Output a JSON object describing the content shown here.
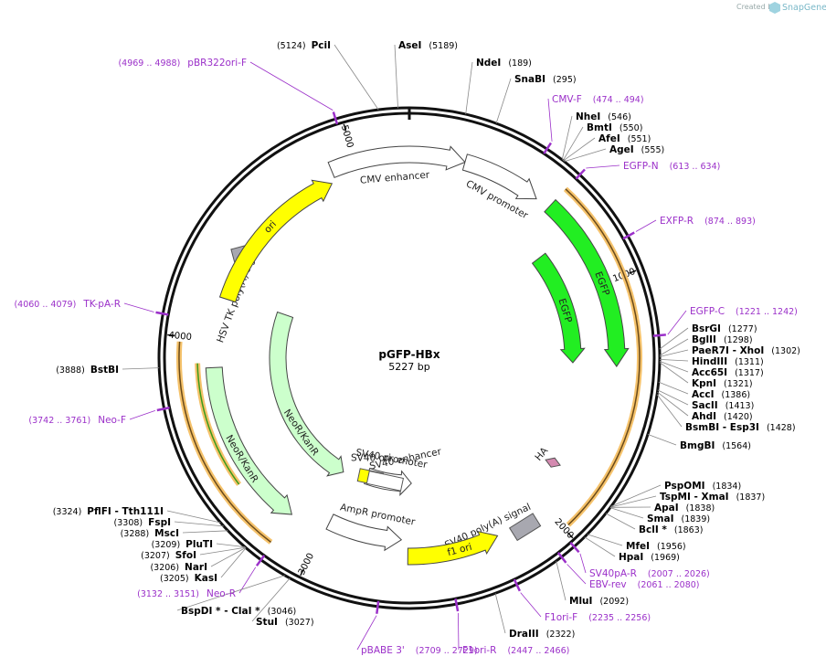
{
  "brand": {
    "created_by": "Created by",
    "app": "SnapGene"
  },
  "plasmid": {
    "name": "pGFP-HBx",
    "size": "5227 bp",
    "length": 5227
  },
  "ticks": [
    1000,
    2000,
    3000,
    4000,
    5000
  ],
  "sites": [
    {
      "name": "PciI",
      "pos": "(5124)",
      "at": 5124,
      "color": "#000"
    },
    {
      "name": "AseI",
      "pos": "(5189)",
      "at": 5189,
      "color": "#000"
    },
    {
      "name": "NdeI",
      "pos": "(189)",
      "at": 189,
      "color": "#000"
    },
    {
      "name": "SnaBI",
      "pos": "(295)",
      "at": 295,
      "color": "#000"
    },
    {
      "name": "NheI",
      "pos": "(546)",
      "at": 546,
      "color": "#000"
    },
    {
      "name": "BmtI",
      "pos": "(550)",
      "at": 550,
      "color": "#000"
    },
    {
      "name": "AfeI",
      "pos": "(551)",
      "at": 551,
      "color": "#000"
    },
    {
      "name": "AgeI",
      "pos": "(555)",
      "at": 555,
      "color": "#000"
    },
    {
      "name": "BsrGI",
      "pos": "(1277)",
      "at": 1277,
      "color": "#000"
    },
    {
      "name": "BglII",
      "pos": "(1298)",
      "at": 1298,
      "color": "#000"
    },
    {
      "name": "PaeR7I  - XhoI",
      "pos": "(1302)",
      "at": 1302,
      "color": "#000"
    },
    {
      "name": "HindIII",
      "pos": "(1311)",
      "at": 1311,
      "color": "#000"
    },
    {
      "name": "Acc65I",
      "pos": "(1317)",
      "at": 1317,
      "color": "#000"
    },
    {
      "name": "KpnI",
      "pos": "(1321)",
      "at": 1321,
      "color": "#000"
    },
    {
      "name": "AccI",
      "pos": "(1386)",
      "at": 1386,
      "color": "#000"
    },
    {
      "name": "SacII",
      "pos": "(1413)",
      "at": 1413,
      "color": "#000"
    },
    {
      "name": "AhdI",
      "pos": "(1420)",
      "at": 1420,
      "color": "#000"
    },
    {
      "name": "BsmBI  - Esp3I",
      "pos": "(1428)",
      "at": 1428,
      "color": "#000"
    },
    {
      "name": "BmgBI",
      "pos": "(1564)",
      "at": 1564,
      "color": "#000"
    },
    {
      "name": "PspOMI",
      "pos": "(1834)",
      "at": 1834,
      "color": "#000"
    },
    {
      "name": "TspMI  - XmaI",
      "pos": "(1837)",
      "at": 1837,
      "color": "#000"
    },
    {
      "name": "ApaI",
      "pos": "(1838)",
      "at": 1838,
      "color": "#000"
    },
    {
      "name": "SmaI",
      "pos": "(1839)",
      "at": 1839,
      "color": "#000"
    },
    {
      "name": "BclI *",
      "pos": "(1863)",
      "at": 1863,
      "color": "#000"
    },
    {
      "name": "MfeI",
      "pos": "(1956)",
      "at": 1956,
      "color": "#000"
    },
    {
      "name": "HpaI",
      "pos": "(1969)",
      "at": 1969,
      "color": "#000"
    },
    {
      "name": "MluI",
      "pos": "(2092)",
      "at": 2092,
      "color": "#000"
    },
    {
      "name": "DraIII",
      "pos": "(2322)",
      "at": 2322,
      "color": "#000"
    },
    {
      "name": "StuI",
      "pos": "(3027)",
      "at": 3027,
      "color": "#000"
    },
    {
      "name": "BspDI *  - ClaI *",
      "pos": "(3046)",
      "at": 3046,
      "color": "#000"
    },
    {
      "name": "KasI",
      "pos": "(3205)",
      "at": 3205,
      "color": "#000"
    },
    {
      "name": "NarI",
      "pos": "(3206)",
      "at": 3206,
      "color": "#000"
    },
    {
      "name": "SfoI",
      "pos": "(3207)",
      "at": 3207,
      "color": "#000"
    },
    {
      "name": "PluTI",
      "pos": "(3209)",
      "at": 3209,
      "color": "#000"
    },
    {
      "name": "MscI",
      "pos": "(3288)",
      "at": 3288,
      "color": "#000"
    },
    {
      "name": "FspI",
      "pos": "(3308)",
      "at": 3308,
      "color": "#000"
    },
    {
      "name": "PflFI  - Tth111I",
      "pos": "(3324)",
      "at": 3324,
      "color": "#000"
    },
    {
      "name": "BstBI",
      "pos": "(3888)",
      "at": 3888,
      "color": "#000"
    }
  ],
  "primers": [
    {
      "name": "pBR322ori-F",
      "pos": "(4969 .. 4988)",
      "at": 4978
    },
    {
      "name": "CMV-F",
      "pos": "(474 .. 494)",
      "at": 484
    },
    {
      "name": "EGFP-N",
      "pos": "(613 .. 634)",
      "at": 623
    },
    {
      "name": "EXFP-R",
      "pos": "(874 .. 893)",
      "at": 883
    },
    {
      "name": "EGFP-C",
      "pos": "(1221 .. 1242)",
      "at": 1231
    },
    {
      "name": "SV40pA-R",
      "pos": "(2007 .. 2026)",
      "at": 2016
    },
    {
      "name": "EBV-rev",
      "pos": "(2061 .. 2080)",
      "at": 2070
    },
    {
      "name": "F1ori-F",
      "pos": "(2235 .. 2256)",
      "at": 2245
    },
    {
      "name": "F1ori-R",
      "pos": "(2447 .. 2466)",
      "at": 2456
    },
    {
      "name": "pBABE 3'",
      "pos": "(2709 .. 2729)",
      "at": 2719
    },
    {
      "name": "Neo-R",
      "pos": "(3132 .. 3151)",
      "at": 3141
    },
    {
      "name": "Neo-F",
      "pos": "(3742 .. 3761)",
      "at": 3751
    },
    {
      "name": "TK-pA-R",
      "pos": "(4060 .. 4079)",
      "at": 4069
    }
  ],
  "features": [
    {
      "label": "CMV enhancer"
    },
    {
      "label": "CMV promoter"
    },
    {
      "label": "EGFP"
    },
    {
      "label": "EGFP"
    },
    {
      "label": "HA"
    },
    {
      "label": "SV40 poly(A) signal"
    },
    {
      "label": "f1 ori"
    },
    {
      "label": "AmpR promoter"
    },
    {
      "label": "SV40 promoter"
    },
    {
      "label": "SV40 ori"
    },
    {
      "label": "SV40 enhancer"
    },
    {
      "label": "NeoR/KanR"
    },
    {
      "label": "NeoR/KanR"
    },
    {
      "label": "HSV TK poly(A) signal"
    },
    {
      "label": "ori"
    }
  ],
  "colors": {
    "egfp": "#22ee22",
    "neo": "#ccffcc",
    "ori": "#ffff00",
    "promoter": "#ffffff",
    "primer": "#9b30c9",
    "orf": "#f5c26b",
    "orf_green": "#3a9a1a",
    "gray_feature": "#a8a8b0",
    "ha": "#d48ab0"
  }
}
